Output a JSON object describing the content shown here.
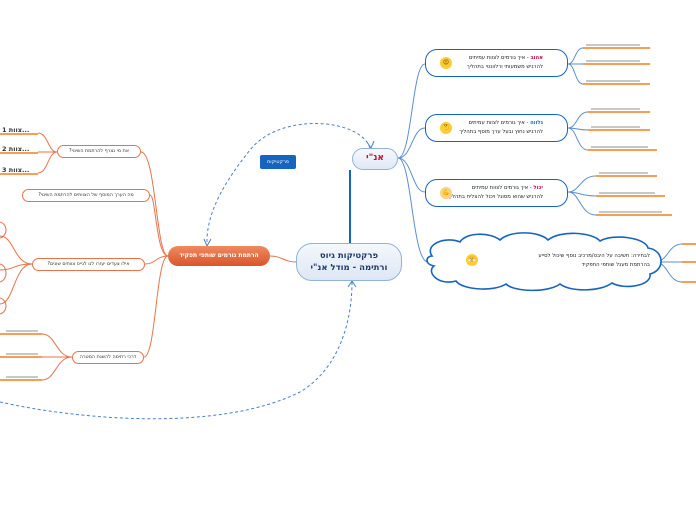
{
  "central": {
    "line1": "פרקטיקות גיוס",
    "line2": "ורתימה - מודל אנ\"י"
  },
  "ani_node": {
    "label": "אנ\"י"
  },
  "left_main": {
    "label": "הרתמת גורמים שותפי תפקיד"
  },
  "tag": {
    "label": "פרקטיקות"
  },
  "balloons": [
    {
      "keyword": "אהוב",
      "keyword_color": "#c0103a",
      "line1_rest": " - איך גורמים לצוות עמיתים",
      "line2": "להרגיש משמעותי ורלוונטי בתהליך",
      "emoji": "😍"
    },
    {
      "keyword": "נלווה",
      "keyword_color": "#1565c0",
      "line1_rest": " - איך גורמים לצוות עמיתים",
      "line2": "להרגיש נחוץ ובעל ערך מוסף בתהליך",
      "emoji": "🤔"
    },
    {
      "keyword": "יכול",
      "keyword_color": "#c0103a",
      "line1_rest": " - איך גורמים לצוות עמיתים",
      "line2": "להרגיש שהוא מסוגל ויכול להצליח בתהליך",
      "emoji": "💪"
    }
  ],
  "cloud": {
    "line1": "לבחירה: חשיבה על היבט/מרכיב נוסף שיכול לסייע",
    "line2": "בהרתמת מעגל שותפי התפקיד",
    "emoji": "😤"
  },
  "left_questions": [
    "את מי נצרף להרתמת השינוי?",
    "מה הערך המוסף של הצוותים להרתמת השינוי?",
    "אילו צעדים יעזרו לנו לגייס צוותים שונים?",
    "דרכי רתימה להשגת המטרה"
  ],
  "team_labels": [
    "צוות 1...",
    "צוות 2...",
    "צוות 3..."
  ]
}
